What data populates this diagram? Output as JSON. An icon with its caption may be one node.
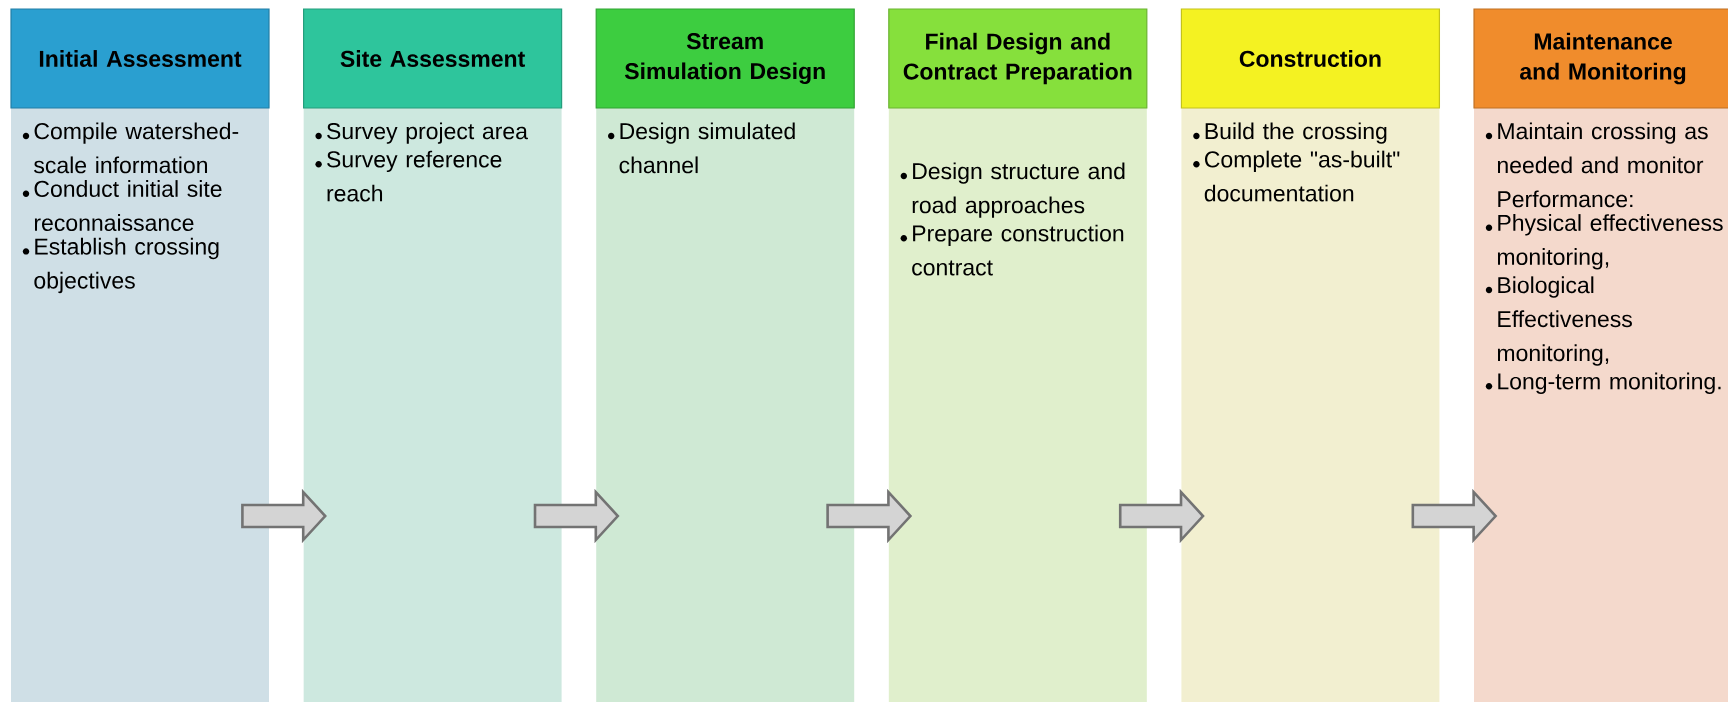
{
  "diagram": {
    "nodes": [
      {
        "text": [
          "Initial Assessment",
          "Compile watershed-scale information",
          "Conduct initial site reconnaissance",
          "Establish crossing objectives"
        ]
      },
      {
        "text": [
          "Site Assessment",
          "Survey project area",
          "Survey reference reach"
        ]
      },
      {
        "text": [
          "Stream Simulation Design",
          "Design simulated channel"
        ]
      },
      {
        "text": [
          "Final Design and Contract Preparation",
          "Design structure and road approaches",
          "Prepare construction contract"
        ]
      },
      {
        "text": [
          "Construction",
          "Build the crossing",
          "Complete \"as-built\" documentation"
        ]
      },
      {
        "text": [
          "Maintenance and Monitoring",
          "Maintain crossing as needed and monitor Performance:",
          "Physical effectiveness monitoring,",
          "Biological Effectiveness monitoring,",
          "Long-term monitoring."
        ]
      }
    ],
    "edges": [
      {
        "from": 0,
        "to": 1,
        "arrow": "to"
      },
      {
        "from": 1,
        "to": 2,
        "arrow": "to"
      },
      {
        "from": 2,
        "to": 3,
        "arrow": "to"
      },
      {
        "from": 3,
        "to": 4,
        "arrow": "to"
      },
      {
        "from": 4,
        "to": 5,
        "arrow": "to"
      }
    ]
  }
}
